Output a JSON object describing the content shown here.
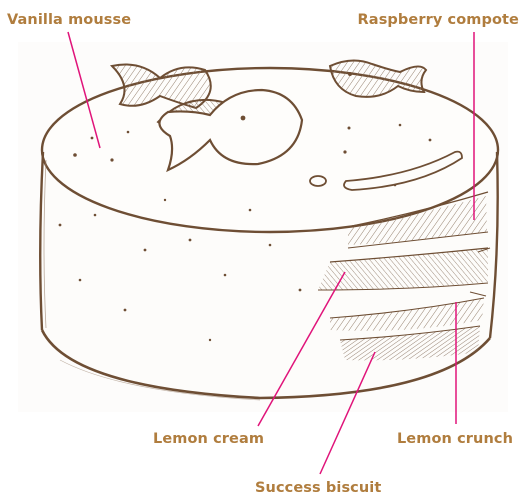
{
  "labels": {
    "vanilla_mousse": "Vanilla mousse",
    "raspberry_compote": "Raspberry compote",
    "lemon_cream": "Lemon cream",
    "lemon_crunch": "Lemon crunch",
    "success_biscuit": "Success biscuit"
  },
  "colors": {
    "label_text": "#b07d3e",
    "leader_line": "#e0147a",
    "sketch_stroke": "#6e4e34",
    "sketch_light": "#9c8672",
    "paper": "#fbfaf8"
  },
  "icons": {
    "fish_decoration": "fish-icon"
  }
}
